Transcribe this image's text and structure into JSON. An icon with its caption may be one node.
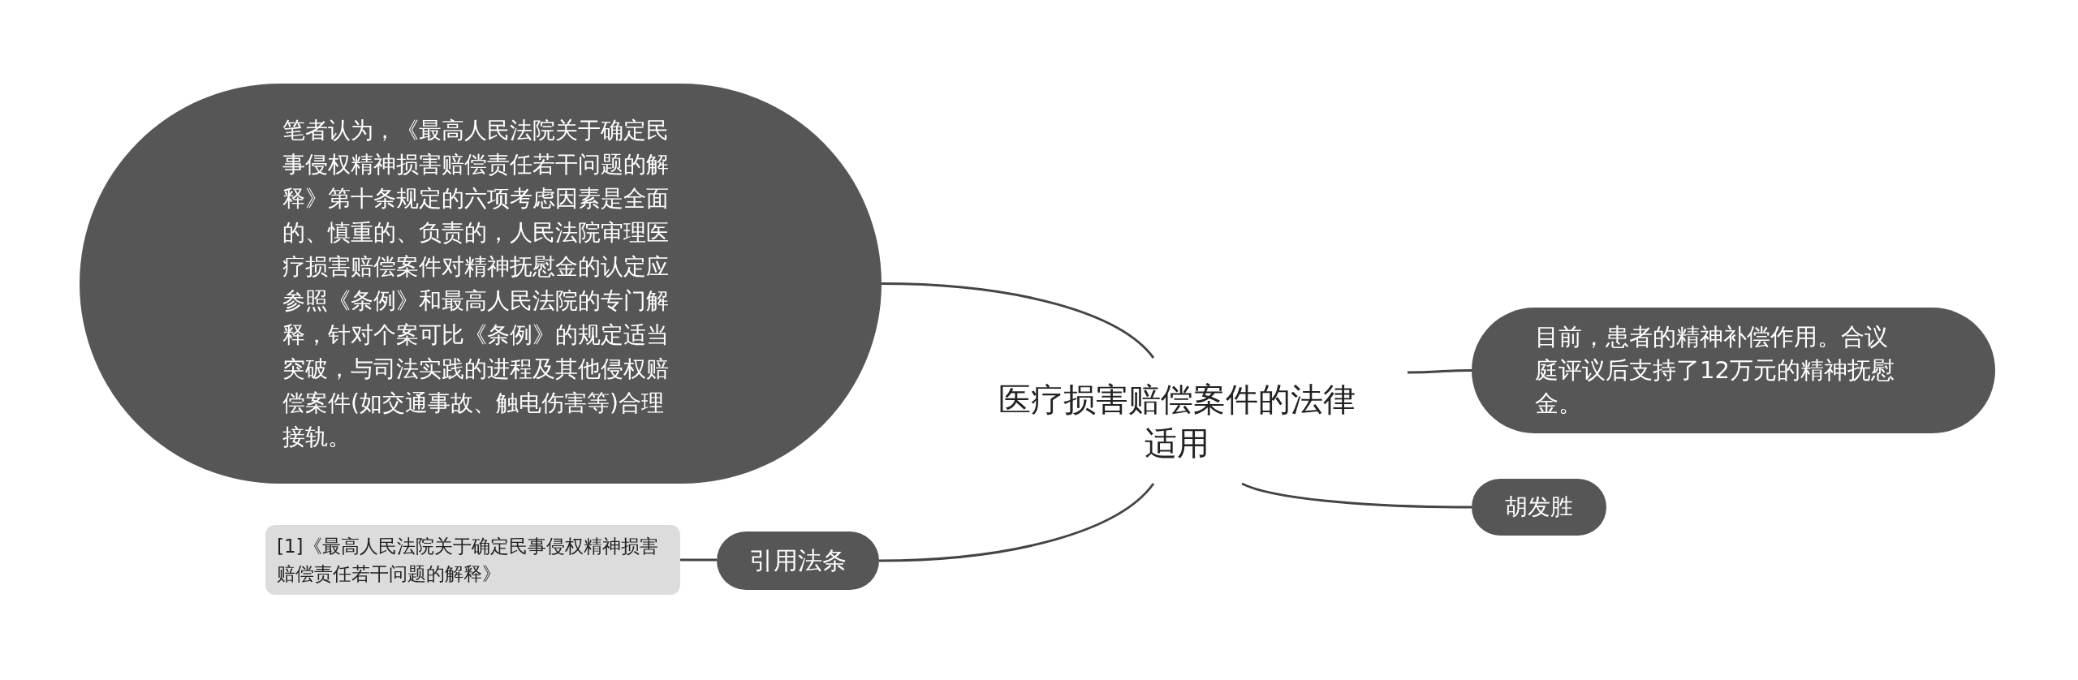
{
  "diagram": {
    "nodes": [
      {
        "text": [
          "医疗损害赔偿案件的法律适用"
        ]
      },
      {
        "text": [
          "笔者认为，《最高人民法院关于确定民事侵权精神损害赔偿责任若干问题的解释》第十条规定的六项考虑因素是全面的、慎重的、负责的，人民法院审理医疗损害赔偿案件对精神抚慰金的认定应参照《条例》和最高人民法院的专门解释，针对个案可比《条例》的规定适当突破，与司法实践的进程及其他侵权赔偿案件(如交通事故、触电伤害等)合理接轨。"
        ]
      },
      {
        "text": [
          "目前，患者的精神补偿作用。合议庭评议后支持了12万元的精神抚慰金。"
        ]
      },
      {
        "text": [
          "胡发胜"
        ]
      },
      {
        "text": [
          "引用法条"
        ]
      },
      {
        "text": [
          "[1]《最高人民法院关于确定民事侵权精神损害赔偿责任若干问题的解释》"
        ]
      }
    ],
    "edges": [
      {
        "from": 0,
        "to": 1,
        "arrow": "none"
      },
      {
        "from": 0,
        "to": 2,
        "arrow": "none"
      },
      {
        "from": 0,
        "to": 3,
        "arrow": "none"
      },
      {
        "from": 0,
        "to": 4,
        "arrow": "none"
      },
      {
        "from": 4,
        "to": 5,
        "arrow": "none"
      }
    ]
  }
}
